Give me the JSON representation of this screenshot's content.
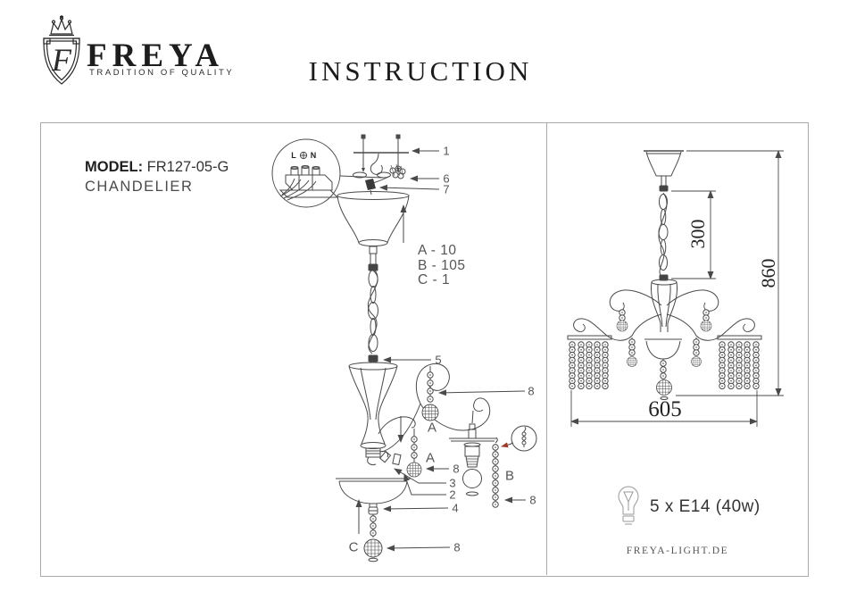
{
  "brand": {
    "name": "FREYA",
    "tagline": "TRADITION OF QUALITY",
    "monogram": "F"
  },
  "title": "INSTRUCTION",
  "model": {
    "label": "MODEL:",
    "value": "FR127-05-G",
    "product": "CHANDELIER"
  },
  "assembly": {
    "counts": [
      "A - 10",
      "B - 105",
      "C - 1"
    ],
    "callouts": {
      "n1": "1",
      "n2": "2",
      "n3": "3",
      "n4": "4",
      "n5": "5",
      "n6": "6",
      "n7": "7",
      "n8": "8",
      "a": "A",
      "b": "B",
      "c": "C"
    },
    "terminals": {
      "live": "L",
      "neutral": "N"
    }
  },
  "dimensions": {
    "chain": "300",
    "height": "860",
    "width": "605"
  },
  "bulb_spec": "5 x E14 (40w)",
  "website": "FREYA-LIGHT.DE",
  "colors": {
    "line": "#4a4a4a",
    "label": "#555555",
    "border": "#aaaaaa",
    "accent_red": "#9b3b2b"
  }
}
